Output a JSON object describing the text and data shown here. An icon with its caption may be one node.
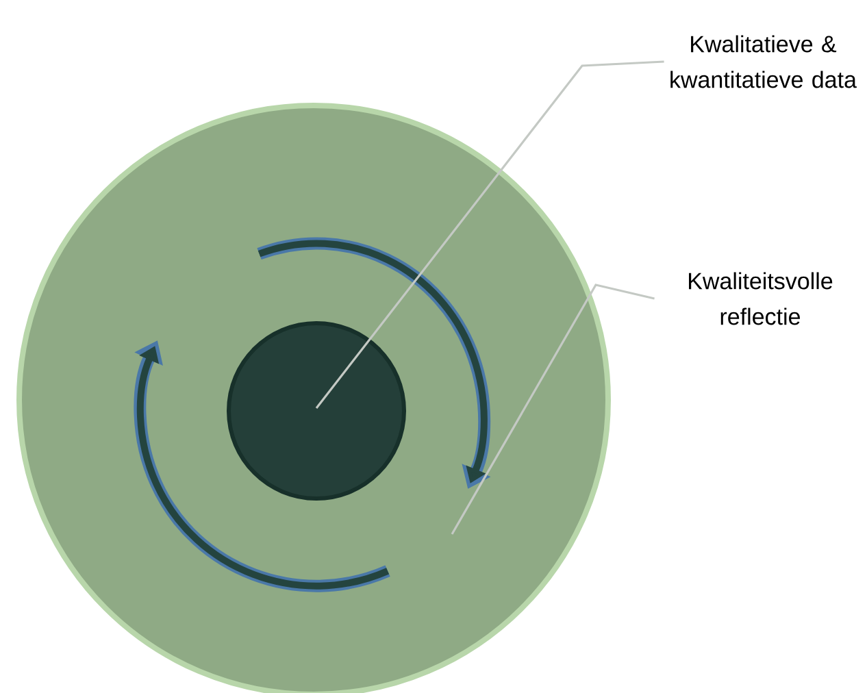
{
  "diagram": {
    "nodes": [
      {
        "text": [
          "Kwalitatieve & kwantitatieve data"
        ]
      },
      {
        "text": [
          "Kwaliteitsvolle reflectie"
        ]
      },
      {
        "text": [],
        "shape": "circle"
      },
      {
        "text": [],
        "shape": "circle",
        "in": 2
      }
    ],
    "edges": [
      {
        "from": 0,
        "to": 3,
        "arrow": "none"
      },
      {
        "from": 1,
        "to": 2,
        "arrow": "none"
      }
    ]
  }
}
